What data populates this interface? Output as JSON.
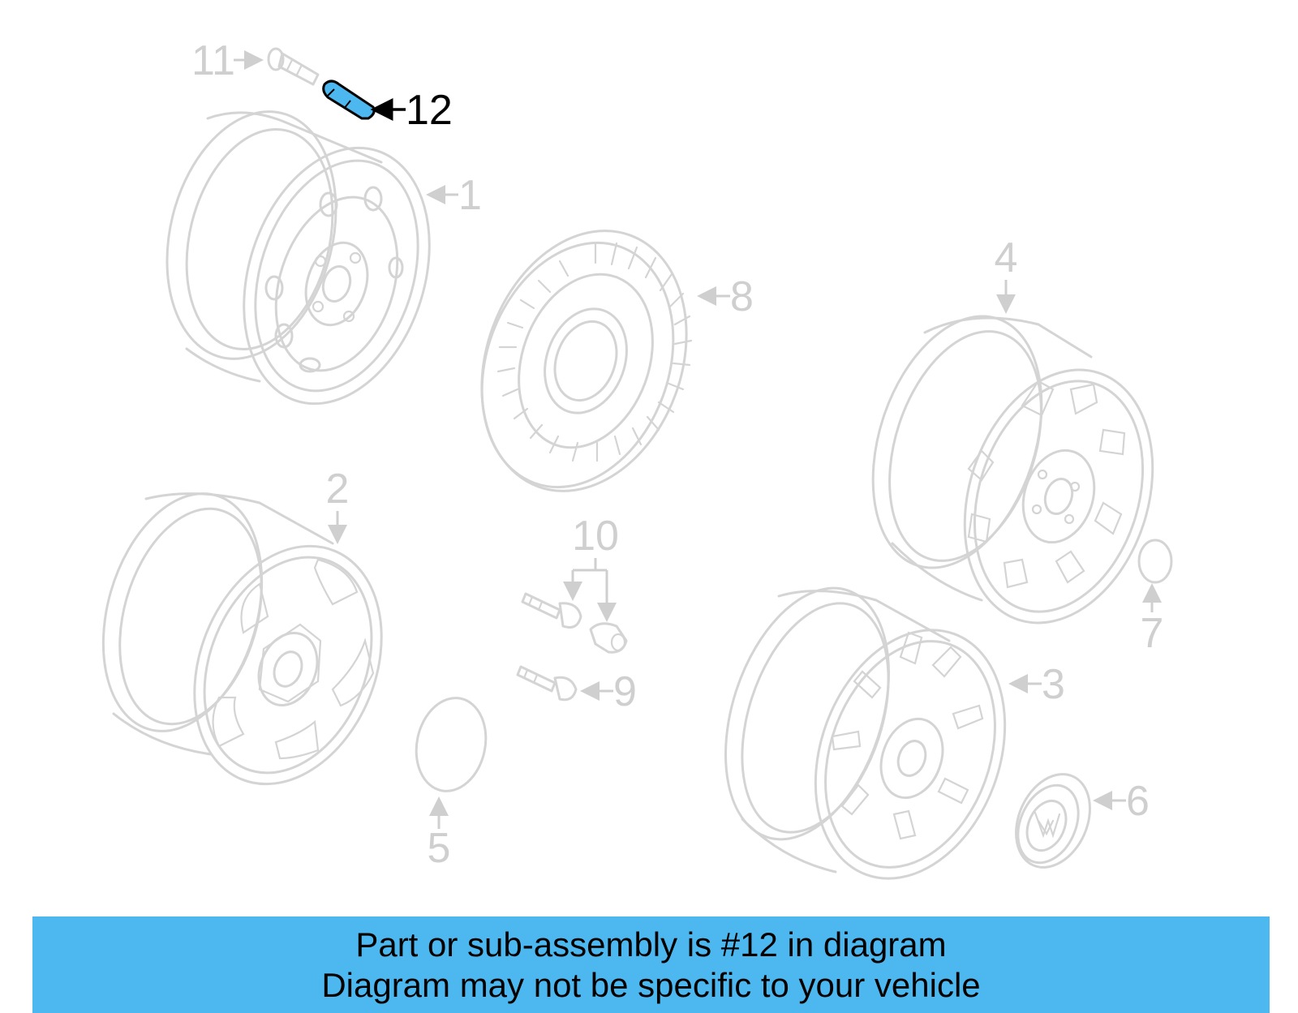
{
  "diagram": {
    "highlight_color": "#4db8f0",
    "callouts": [
      "1",
      "2",
      "3",
      "4",
      "5",
      "6",
      "7",
      "8",
      "9",
      "10",
      "11",
      "12"
    ],
    "active_callout": "12"
  },
  "banner": {
    "line1": "Part or sub-assembly is #12 in diagram",
    "line2": "Diagram may not be specific to your vehicle",
    "background": "#4db8f0"
  }
}
